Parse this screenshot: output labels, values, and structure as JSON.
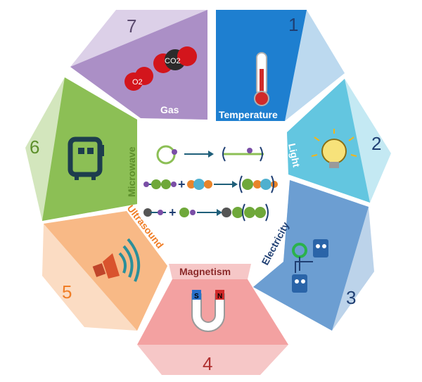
{
  "segments": [
    {
      "number": "1",
      "label": "Temperature",
      "icon": "thermometer-icon",
      "color": "#1e7fd0",
      "light_color": "#bcd9ef",
      "label_color": "#ffffff"
    },
    {
      "number": "2",
      "label": "Light",
      "icon": "light-bulb-icon",
      "color": "#63c6e0",
      "light_color": "#c4e9f3",
      "label_color": "#ffffff"
    },
    {
      "number": "3",
      "label": "Electricity",
      "icon": "electric-circuit-icon",
      "color": "#6c9ed2",
      "light_color": "#bcd3ea",
      "label_color": "#1f3f73"
    },
    {
      "number": "4",
      "label": "Magnetism",
      "icon": "magnet-icon",
      "color": "#f3a1a1",
      "light_color": "#f6c7c7",
      "label_color": "#8b2a2a"
    },
    {
      "number": "5",
      "label": "Ultrasound",
      "icon": "speaker-icon",
      "color": "#f8b986",
      "light_color": "#fbdcc3",
      "label_color": "#f07e27"
    },
    {
      "number": "6",
      "label": "Microwave",
      "icon": "microwave-icon",
      "color": "#8cbf55",
      "light_color": "#d3e6bd",
      "label_color": "#5d8f2b"
    },
    {
      "number": "7",
      "label": "Gas",
      "icon": "gas-molecules-icon",
      "color": "#ab8fc6",
      "light_color": "#dcd0e8",
      "label_color": "#ffffff"
    }
  ],
  "molecules": {
    "o2": "O2",
    "co2": "CO2"
  },
  "magnet_poles": {
    "south": "S",
    "north": "N"
  }
}
